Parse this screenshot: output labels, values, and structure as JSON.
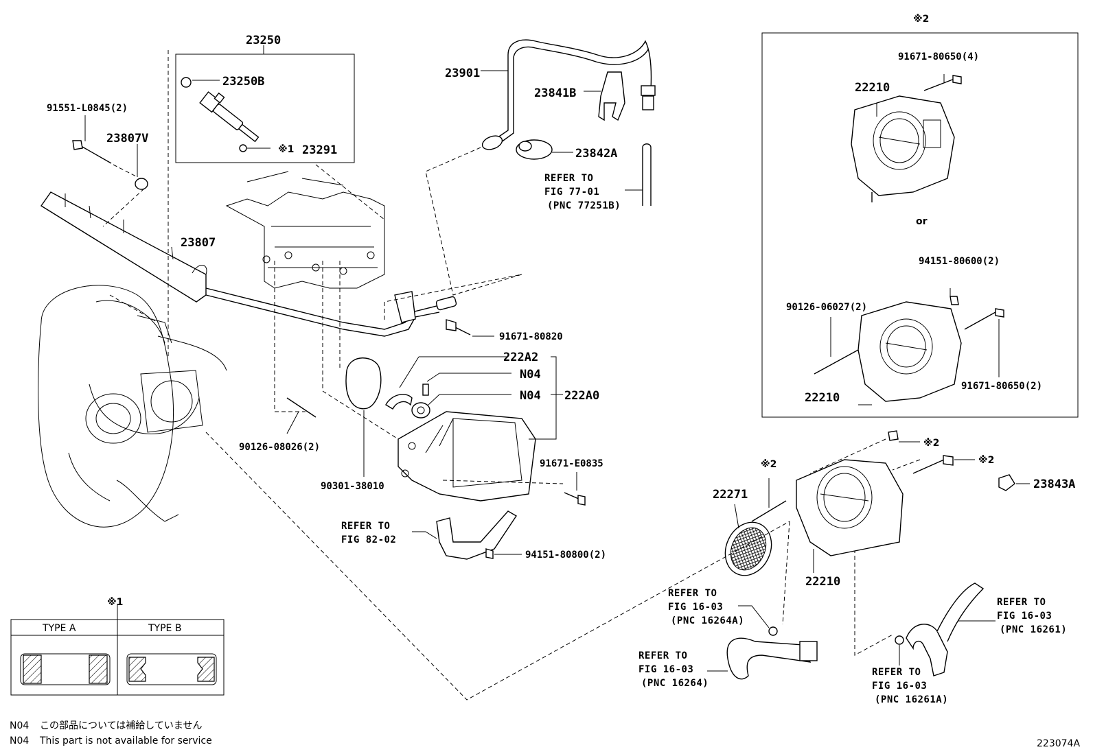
{
  "diagram_id": "223074A",
  "labels": {
    "p23250": "23250",
    "p23250B": "23250B",
    "p23291": "23291",
    "p23291_mark": "※1",
    "p91551": "91551-L0845(2)",
    "p23807V": "23807V",
    "p23807": "23807",
    "p23901": "23901",
    "p23841B": "23841B",
    "p23842A": "23842A",
    "p91671_80820": "91671-80820",
    "p222A2": "222A2",
    "pN04_a": "N04",
    "pN04_b": "N04",
    "p222A0": "222A0",
    "p90126_08026": "90126-08026(2)",
    "p90301": "90301-38010",
    "p91671_E0835": "91671-E0835",
    "p94151_80800": "94151-80800(2)",
    "p22271": "22271",
    "p22271_mark": "※2",
    "p22210_main": "22210",
    "p23843A": "23843A",
    "mark_nut": "※2",
    "mark_bolt": "※2"
  },
  "refs": {
    "r77": {
      "l1": "REFER TO",
      "l2": "FIG 77-01",
      "l3": "(PNC 77251B)"
    },
    "r82": {
      "l1": "REFER TO",
      "l2": "FIG 82-02"
    },
    "r16_264A": {
      "l1": "REFER TO",
      "l2": "FIG 16-03",
      "l3": "(PNC 16264A)"
    },
    "r16_264": {
      "l1": "REFER TO",
      "l2": "FIG 16-03",
      "l3": "(PNC 16264)"
    },
    "r16_261": {
      "l1": "REFER TO",
      "l2": "FIG 16-03",
      "l3": "(PNC 16261)"
    },
    "r16_261A": {
      "l1": "REFER TO",
      "l2": "FIG 16-03",
      "l3": "(PNC 16261A)"
    }
  },
  "inset2": {
    "mark": "※2",
    "top_bolt": "91671-80650(4)",
    "top_body": "22210",
    "or": "or",
    "nut": "94151-80600(2)",
    "stud": "90126-06027(2)",
    "bolt": "91671-80650(2)",
    "bottom_body": "22210"
  },
  "inset1": {
    "mark": "※1",
    "type_a": "TYPE A",
    "type_b": "TYPE B"
  },
  "notes": [
    {
      "code": "N04",
      "text": "この部品については補給していません"
    },
    {
      "code": "N04",
      "text": "This part is not available for service"
    }
  ]
}
